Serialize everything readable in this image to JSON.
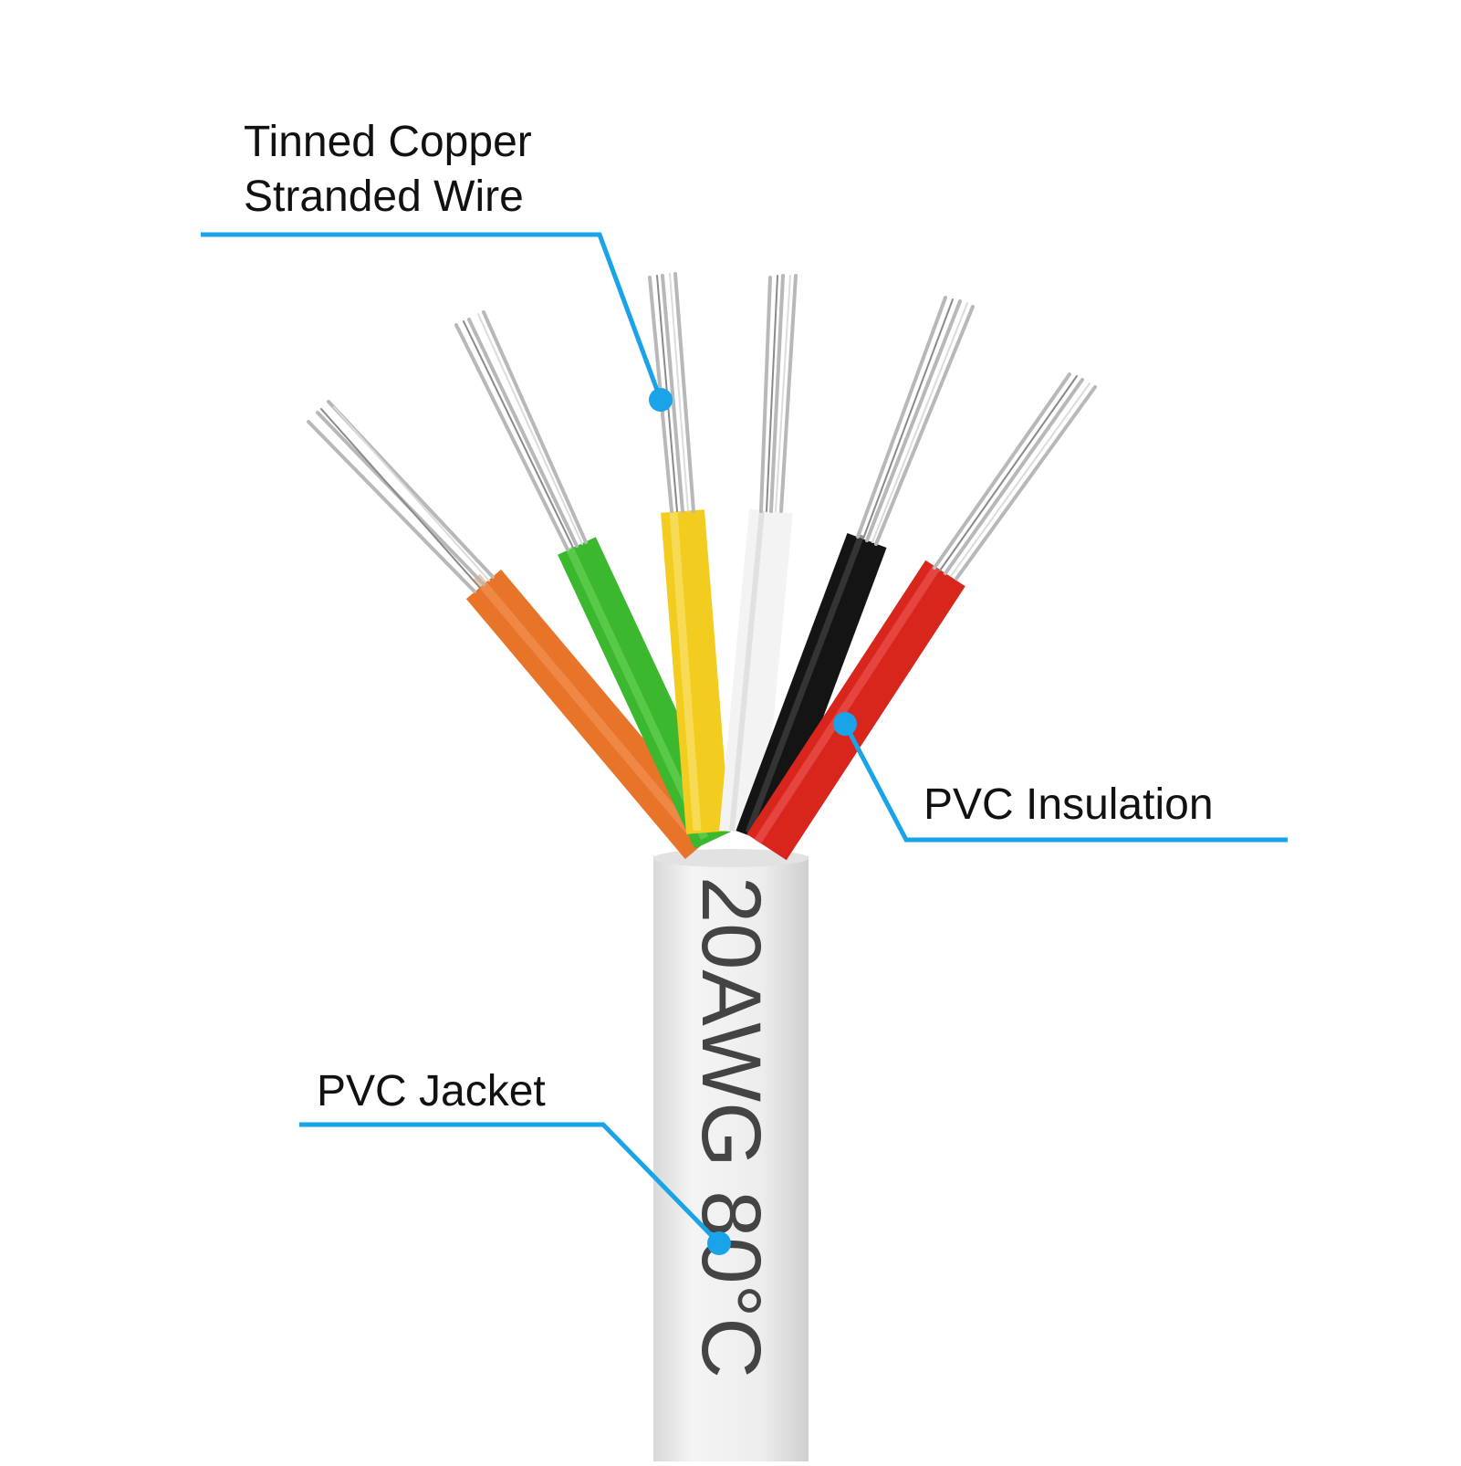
{
  "callouts": {
    "copper": {
      "line1": "Tinned Copper",
      "line2": "Stranded Wire"
    },
    "insulation": {
      "label": "PVC Insulation"
    },
    "jacket": {
      "label": "PVC Jacket"
    }
  },
  "jacket_print": "20AWG 80°C",
  "colors": {
    "leader": "#1aa3e8",
    "jacket": "#ececec",
    "orange": "#e8742a",
    "green": "#3cb82e",
    "yellow": "#f2cc1e",
    "white": "#f3f3f3",
    "black": "#141414",
    "red": "#d8261d",
    "strand": "#b8b8b8"
  },
  "conductors": [
    "orange",
    "green",
    "yellow",
    "white",
    "black",
    "red"
  ]
}
